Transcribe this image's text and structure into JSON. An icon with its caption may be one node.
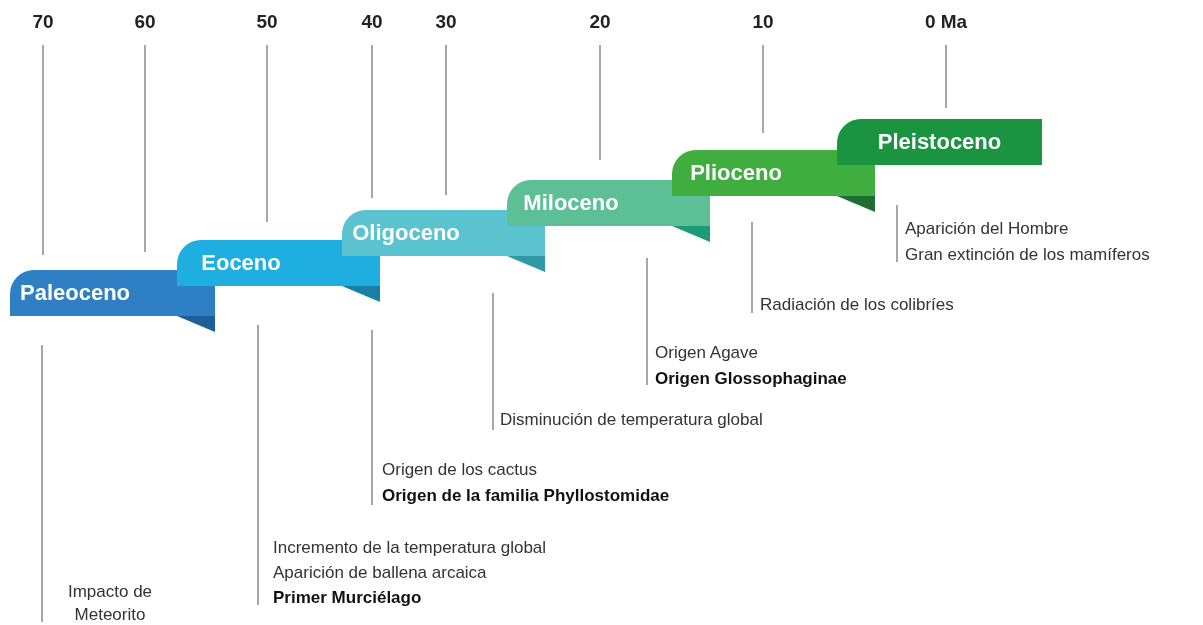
{
  "diagram": {
    "nodes": [
      {
        "text": [
          "Paleoceno"
        ]
      },
      {
        "text": [
          "Eoceno"
        ]
      },
      {
        "text": [
          "Oligoceno"
        ]
      },
      {
        "text": [
          "Miloceno"
        ]
      },
      {
        "text": [
          "Plioceno"
        ]
      },
      {
        "text": [
          "Pleistoceno"
        ]
      }
    ],
    "labels": [
      "70",
      "60",
      "50",
      "40",
      "30",
      "20",
      "10",
      "0 Ma",
      "Aparición del Hombre",
      "Gran extinción de los mamíferos",
      "Radiación de los colibríes",
      "Origen Agave",
      "Origen Glossophaginae",
      "Disminución de temperatura global",
      "Origen de los cactus",
      "Origen de la familia Phyllostomidae",
      "Incremento de la temperatura global",
      "Aparición de ballena arcaica",
      "Primer Murciélago",
      "Impacto de Meteorito"
    ]
  }
}
